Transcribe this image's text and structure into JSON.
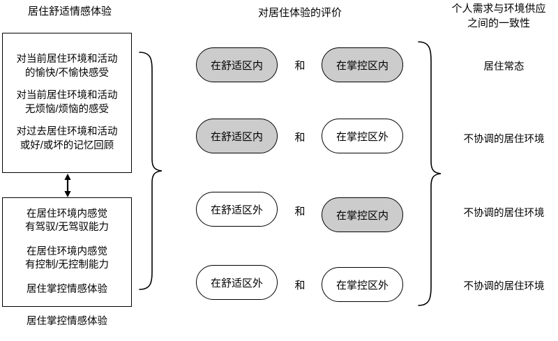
{
  "columns": {
    "left": {
      "header": "居住舒适情感体验",
      "caption": "居住掌控情感体验",
      "top_box": {
        "items": [
          {
            "line1": "对当前居住环境和活动",
            "line2": "的愉快/不愉快感受"
          },
          {
            "line1": "对当前居住环境和活动",
            "line2": "无烦恼/烦恼的感受"
          },
          {
            "line1": "对过去居住环境和活动",
            "line2": "或好/或坏的记忆回顾"
          }
        ]
      },
      "bottom_box": {
        "items": [
          {
            "line1": "在居住环境内感觉",
            "line2": "有驾驭/无驾驭能力"
          },
          {
            "line1": "在居住环境内感觉",
            "line2": "有控制/无控制能力"
          },
          {
            "line1": "居住掌控情感体验",
            "line2": ""
          }
        ]
      }
    },
    "middle": {
      "header": "对居住体验的评价",
      "conjunction": "和",
      "rows": [
        {
          "left_label": "在舒适区内",
          "left_state": "filled",
          "right_label": "在掌控区内",
          "right_state": "filled"
        },
        {
          "left_label": "在舒适区内",
          "left_state": "filled",
          "right_label": "在掌控区外",
          "right_state": "hollow"
        },
        {
          "left_label": "在舒适区外",
          "left_state": "hollow",
          "right_label": "在掌控区内",
          "right_state": "filled"
        },
        {
          "left_label": "在舒适区外",
          "left_state": "hollow",
          "right_label": "在掌控区外",
          "right_state": "hollow"
        }
      ]
    },
    "right": {
      "header_line1": "个人需求与环境供应",
      "header_line2": "之间的一致性",
      "outcomes": [
        "居住常态",
        "不协调的居住环境",
        "不协调的居住环境",
        "不协调的居住环境"
      ]
    }
  },
  "colors": {
    "filled_pill": "#cccccc",
    "hollow_pill": "#ffffff",
    "stroke": "#000000",
    "background": "#ffffff"
  }
}
